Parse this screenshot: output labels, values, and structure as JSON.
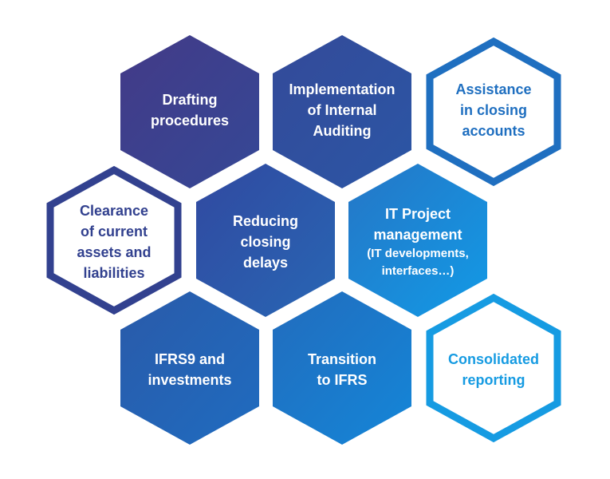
{
  "diagram": {
    "title": "",
    "hexagons": [
      {
        "id": "drafting-procedures",
        "style": "filled",
        "color": "#3c3d8c",
        "lines": [
          "Drafting",
          "procedures"
        ],
        "sub_lines": []
      },
      {
        "id": "implementation-internal-auditing",
        "style": "filled",
        "color": "#30509f",
        "lines": [
          "Implementation",
          "of Internal",
          "Auditing"
        ],
        "sub_lines": []
      },
      {
        "id": "assistance-closing-accounts",
        "style": "outline",
        "color": "#1f6fc0",
        "lines": [
          "Assistance",
          "in closing",
          "accounts"
        ],
        "sub_lines": []
      },
      {
        "id": "clearance-current-assets",
        "style": "outline",
        "color": "#32418f",
        "lines": [
          "Clearance",
          "of current",
          "assets and",
          "liabilities"
        ],
        "sub_lines": []
      },
      {
        "id": "reducing-closing-delays",
        "style": "filled",
        "color": "#2b5aa6",
        "lines": [
          "Reducing",
          "closing",
          "delays"
        ],
        "sub_lines": []
      },
      {
        "id": "it-project-management",
        "style": "filled",
        "color": "#1d86d3",
        "lines": [
          "IT Project",
          "management"
        ],
        "sub_lines": [
          "(IT developments,",
          "interfaces…)"
        ]
      },
      {
        "id": "ifrs9-investments",
        "style": "filled",
        "color": "#2164b3",
        "lines": [
          "IFRS9 and",
          "investments"
        ],
        "sub_lines": []
      },
      {
        "id": "transition-to-ifrs",
        "style": "filled",
        "color": "#1a77c8",
        "lines": [
          "Transition",
          "to IFRS"
        ],
        "sub_lines": []
      },
      {
        "id": "consolidated-reporting",
        "style": "outline",
        "color": "#169be2",
        "lines": [
          "Consolidated",
          "reporting"
        ],
        "sub_lines": []
      }
    ]
  }
}
